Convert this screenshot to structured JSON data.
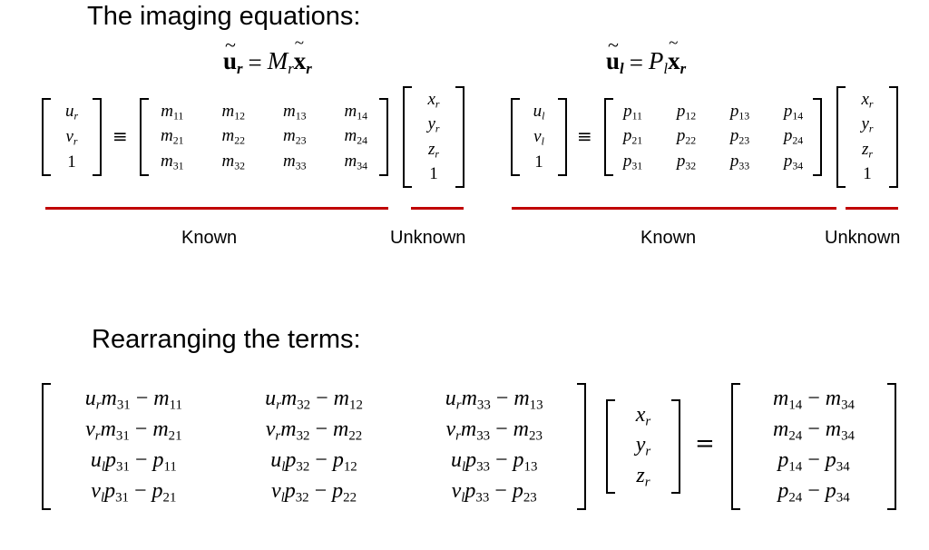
{
  "headings": {
    "imaging": "The imaging equations:",
    "rearranging": "Rearranging the terms:"
  },
  "right_camera": {
    "eq_lhs": "u",
    "eq_lhs_sub": "r",
    "eq_rhs_matrix": "M",
    "eq_rhs_matrix_sub": "r",
    "eq_rhs_vec": "x",
    "eq_rhs_vec_sub": "r",
    "pixel_vec": [
      [
        "u",
        "r"
      ],
      [
        "v",
        "r"
      ],
      [
        "1",
        ""
      ]
    ],
    "matrix": [
      [
        [
          "m",
          "11"
        ],
        [
          "m",
          "12"
        ],
        [
          "m",
          "13"
        ],
        [
          "m",
          "14"
        ]
      ],
      [
        [
          "m",
          "21"
        ],
        [
          "m",
          "22"
        ],
        [
          "m",
          "23"
        ],
        [
          "m",
          "24"
        ]
      ],
      [
        [
          "m",
          "31"
        ],
        [
          "m",
          "32"
        ],
        [
          "m",
          "33"
        ],
        [
          "m",
          "34"
        ]
      ]
    ],
    "point_vec": [
      [
        "x",
        "r"
      ],
      [
        "y",
        "r"
      ],
      [
        "z",
        "r"
      ],
      [
        "1",
        ""
      ]
    ],
    "known_label": "Known",
    "unknown_label": "Unknown"
  },
  "left_camera": {
    "eq_lhs": "u",
    "eq_lhs_sub": "l",
    "eq_rhs_matrix": "P",
    "eq_rhs_matrix_sub": "l",
    "eq_rhs_vec": "x",
    "eq_rhs_vec_sub": "r",
    "pixel_vec": [
      [
        "u",
        "l"
      ],
      [
        "v",
        "l"
      ],
      [
        "1",
        ""
      ]
    ],
    "matrix": [
      [
        [
          "p",
          "11"
        ],
        [
          "p",
          "12"
        ],
        [
          "p",
          "13"
        ],
        [
          "p",
          "14"
        ]
      ],
      [
        [
          "p",
          "21"
        ],
        [
          "p",
          "22"
        ],
        [
          "p",
          "23"
        ],
        [
          "p",
          "24"
        ]
      ],
      [
        [
          "p",
          "31"
        ],
        [
          "p",
          "32"
        ],
        [
          "p",
          "33"
        ],
        [
          "p",
          "34"
        ]
      ]
    ],
    "point_vec": [
      [
        "x",
        "r"
      ],
      [
        "y",
        "r"
      ],
      [
        "z",
        "r"
      ],
      [
        "1",
        ""
      ]
    ],
    "known_label": "Known",
    "unknown_label": "Unknown"
  },
  "rearranged": {
    "matrix": [
      [
        "u_r m_31 − m_11",
        "u_r m_32 − m_12",
        "u_r m_33 − m_13"
      ],
      [
        "v_r m_31 − m_21",
        "v_r m_32 − m_22",
        "v_r m_33 − m_23"
      ],
      [
        "u_l p_31 − p_11",
        "u_l p_32 − p_12",
        "u_l p_33 − p_13"
      ],
      [
        "v_l p_31 − p_21",
        "v_l p_32 − p_22",
        "v_l p_33 − p_23"
      ]
    ],
    "unknown_vec": [
      [
        "x",
        "r"
      ],
      [
        "y",
        "r"
      ],
      [
        "z",
        "r"
      ]
    ],
    "rhs_vec": [
      "m_14 − m_34",
      "m_24 − m_34",
      "p_14 − p_34",
      "p_24 − p_34"
    ]
  },
  "symbols": {
    "equiv": "≡",
    "equals": "="
  },
  "colors": {
    "underline": "#c00000",
    "text": "#000000",
    "background": "#ffffff"
  }
}
